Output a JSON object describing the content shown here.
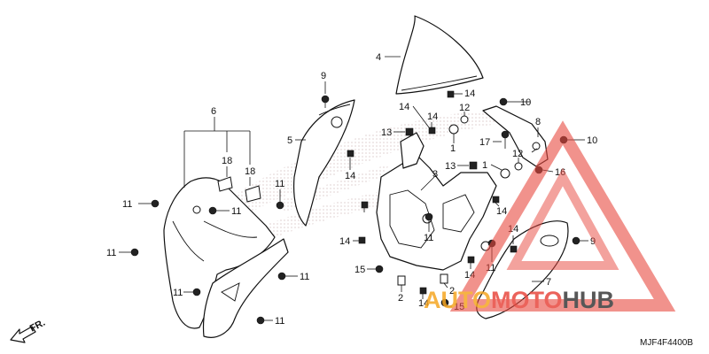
{
  "callouts": {
    "c1": "1",
    "c1b": "1",
    "c2": "2",
    "c2b": "2",
    "c3": "3",
    "c4": "4",
    "c5": "5",
    "c6": "6",
    "c7": "7",
    "c8": "8",
    "c9": "9",
    "c9b": "9",
    "c10": "10",
    "c10b": "10",
    "c11a": "11",
    "c11b": "11",
    "c11c": "11",
    "c11d": "11",
    "c11e": "11",
    "c11f": "11",
    "c11g": "11",
    "c11h": "11",
    "c11i": "11",
    "c12": "12",
    "c12b": "12",
    "c13": "13",
    "c13b": "13",
    "c14a": "14",
    "c14b": "14",
    "c14c": "14",
    "c14d": "14",
    "c14e": "14",
    "c14f": "14",
    "c14g": "14",
    "c14h": "14",
    "c14i": "14",
    "c15": "15",
    "c15b": "15",
    "c16": "16",
    "c17": "17",
    "c18": "18",
    "c18b": "18"
  },
  "direction_label": "FR.",
  "diagram_code": "MJF4F4400B",
  "watermark": {
    "text": "AUTOMOTOHUB",
    "part_a": "AUTO",
    "part_b": "MOTO",
    "part_c": "HUB",
    "colors": {
      "red": "#e8483f",
      "orange": "#f5a623",
      "gray": "#3a3a3a"
    }
  }
}
